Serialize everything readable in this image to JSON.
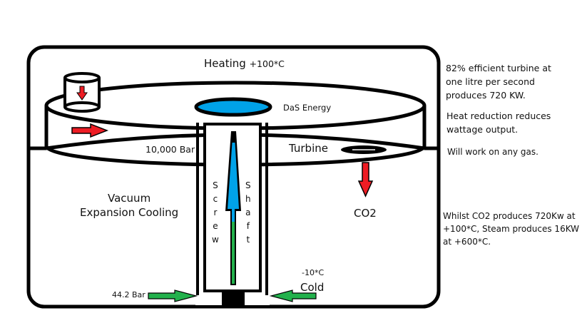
{
  "title": "Vacuum expansion turbine system diagram",
  "labels": {
    "heating": "Heating",
    "heating_temp": "+100*C",
    "das_energy": "DaS Energy",
    "pressure_high": "10,000 Bar",
    "turbine": "Turbine",
    "vacuum_line1": "Vacuum",
    "vacuum_line2": "Expansion Cooling",
    "gas": "CO2",
    "pressure_low": "44.2 Bar",
    "cold_temp": "-10*C",
    "cold": "Cold",
    "screw_letters": [
      "S",
      "c",
      "r",
      "e",
      "w"
    ],
    "shaft_letters": [
      "S",
      "h",
      "a",
      "f",
      "t"
    ]
  },
  "notes": {
    "efficiency": [
      "82% efficient turbine at",
      "one litre per second",
      "produces 720 KW."
    ],
    "heat": [
      "Heat reduction reduces",
      "wattage output."
    ],
    "gas": "Will work on any gas.",
    "comparison": [
      "Whilst CO2 produces 720Kw at",
      "+100*C, Steam produces 16KW",
      "at +600*C."
    ]
  },
  "icons": {
    "inlet_arrow": "arrow-down-icon",
    "flow_arrow": "arrow-right-icon",
    "shaft_arrow": "arrow-up-icon",
    "exhaust_arrow": "arrow-down-icon",
    "intake_left": "arrow-right-icon",
    "intake_right": "arrow-left-icon"
  },
  "colors": {
    "red": "#ed1c24",
    "blue": "#00a2e8",
    "green": "#22b14c",
    "black": "#000000"
  }
}
